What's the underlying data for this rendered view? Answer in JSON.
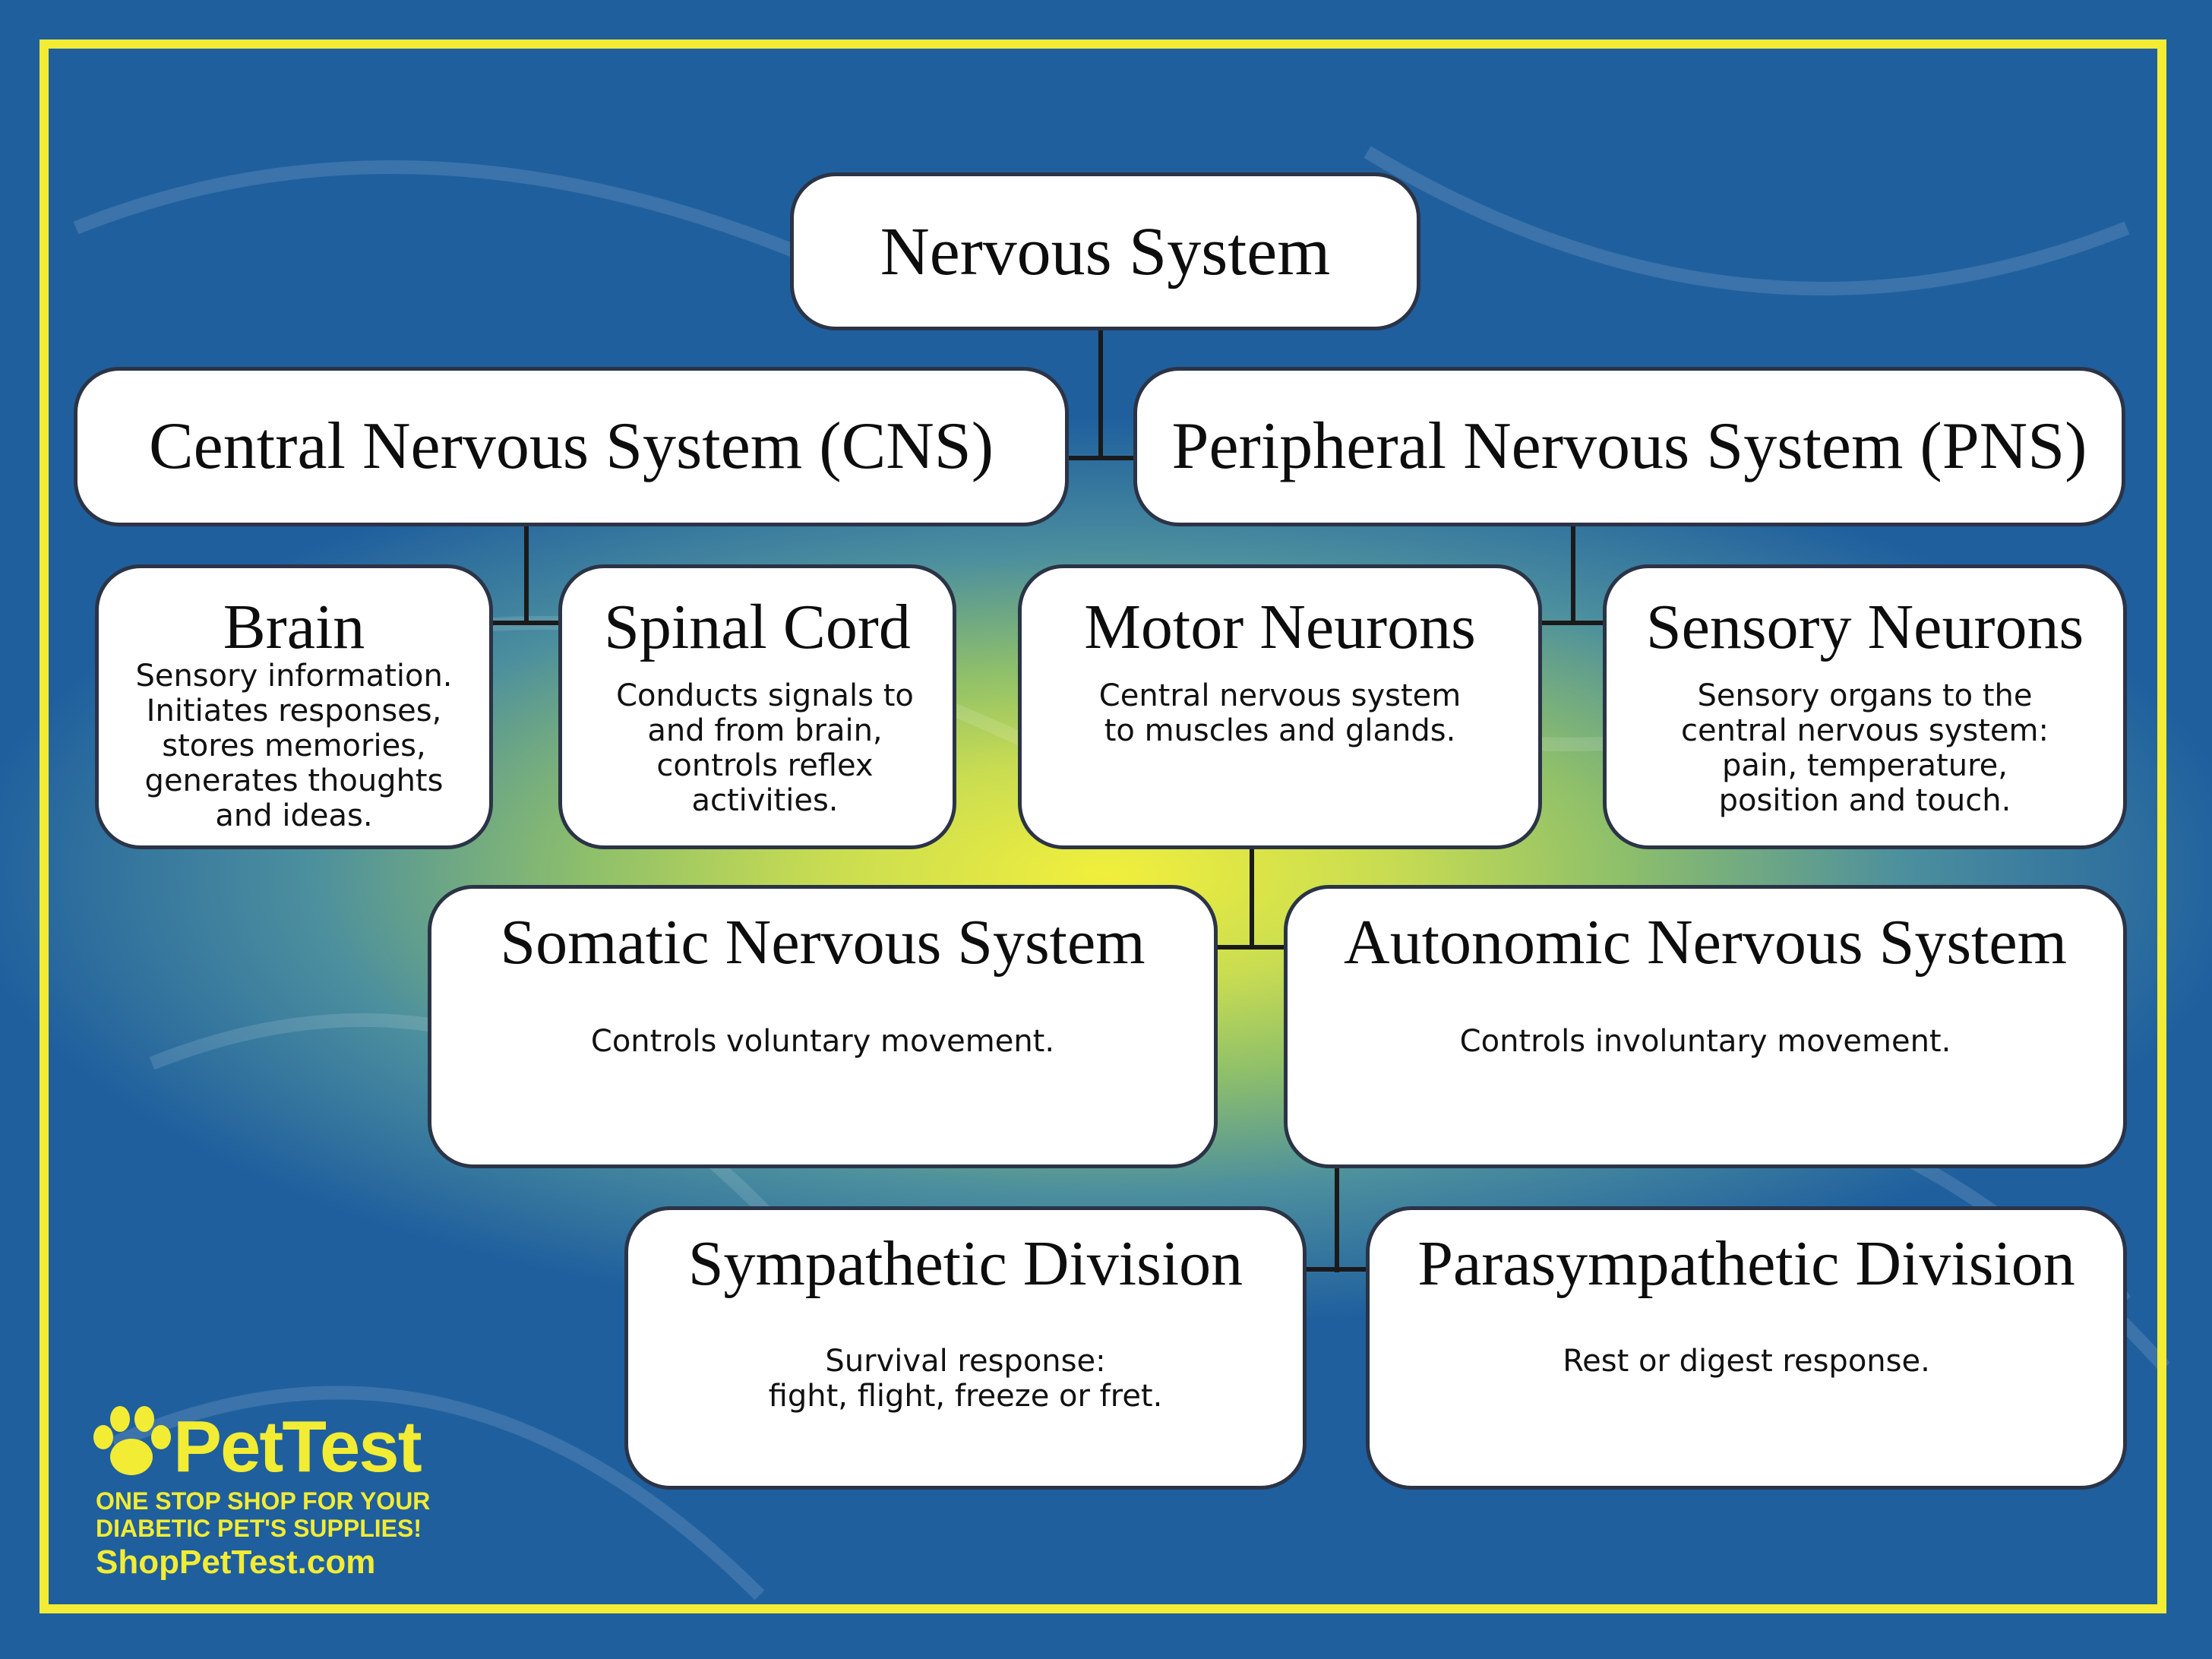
{
  "nodes": {
    "nervous_system": {
      "title": "Nervous System"
    },
    "cns": {
      "title": "Central Nervous System (CNS)"
    },
    "pns": {
      "title": "Peripheral Nervous System (PNS)"
    },
    "brain": {
      "title": "Brain",
      "desc": "Sensory information.\nInitiates responses,\nstores memories,\ngenerates thoughts\nand ideas."
    },
    "spinal_cord": {
      "title": "Spinal Cord",
      "desc": "Conducts signals to\nand from brain,\ncontrols reflex\nactivities."
    },
    "motor_neurons": {
      "title": "Motor Neurons",
      "desc": "Central nervous system\nto muscles and glands."
    },
    "sensory_neurons": {
      "title": "Sensory Neurons",
      "desc": "Sensory organs to the\ncentral nervous system:\npain, temperature,\nposition and touch."
    },
    "somatic": {
      "title": "Somatic Nervous System",
      "desc": "Controls voluntary movement."
    },
    "autonomic": {
      "title": "Autonomic Nervous System",
      "desc": "Controls involuntary movement."
    },
    "sympathetic": {
      "title": "Sympathetic Division",
      "desc": "Survival response:\nfight, flight, freeze or fret."
    },
    "parasympathetic": {
      "title": "Parasympathetic Division",
      "desc": "Rest or digest response."
    }
  },
  "logo": {
    "name": "PetTest",
    "tagline": "ONE STOP SHOP FOR YOUR\nDIABETIC PET'S SUPPLIES!",
    "url": "ShopPetTest.com"
  },
  "colors": {
    "frame": "#f2ec34",
    "box_border": "#2b3446",
    "connector": "#1a1a1a",
    "logo": "#f2ec34"
  }
}
